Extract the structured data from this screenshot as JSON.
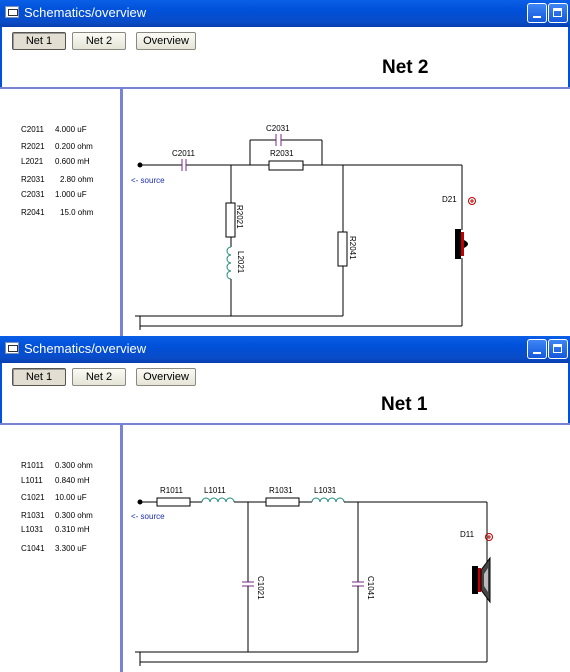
{
  "windows": [
    {
      "title": "Schematics/overview",
      "buttons": {
        "net1": "Net 1",
        "net2": "Net 2",
        "overview": "Overview"
      },
      "active": "net1",
      "net_label": "Net 2",
      "components": [
        {
          "name": "C2011",
          "value": "4.000 uF"
        },
        {
          "name": "R2021",
          "value": "0.200 ohm"
        },
        {
          "name": "L2021",
          "value": "0.600 mH"
        },
        {
          "name": "R2031",
          "value": "2.80 ohm"
        },
        {
          "name": "C2031",
          "value": "1.000 uF"
        },
        {
          "name": "R2041",
          "value": "15.0 ohm"
        }
      ],
      "schematic": {
        "source": "<- source",
        "labels": {
          "C2011": "C2011",
          "C2031": "C2031",
          "R2031": "R2031",
          "R2021": "R2021",
          "L2021": "L2021",
          "R2041": "R2041",
          "D21": "D21"
        }
      }
    },
    {
      "title": "Schematics/overview",
      "buttons": {
        "net1": "Net 1",
        "net2": "Net 2",
        "overview": "Overview"
      },
      "active": "net1",
      "net_label": "Net 1",
      "components": [
        {
          "name": "R1011",
          "value": "0.300 ohm"
        },
        {
          "name": "L1011",
          "value": "0.840 mH"
        },
        {
          "name": "C1021",
          "value": "10.00 uF"
        },
        {
          "name": "R1031",
          "value": "0.300 ohm"
        },
        {
          "name": "L1031",
          "value": "0.310 mH"
        },
        {
          "name": "C1041",
          "value": "3.300 uF"
        }
      ],
      "schematic": {
        "source": "<- source",
        "labels": {
          "R1011": "R1011",
          "L1011": "L1011",
          "R1031": "R1031",
          "L1031": "L1031",
          "C1021": "C1021",
          "C1041": "C1041",
          "D11": "D11"
        }
      }
    }
  ],
  "colors": {
    "titlebar": "#0050d8",
    "divider": "#7a82d6",
    "source_text": "#1a2cb0",
    "capacitor": "#7a2a8a",
    "inductor": "#1a8a7a",
    "speaker_red": "#c00000"
  }
}
